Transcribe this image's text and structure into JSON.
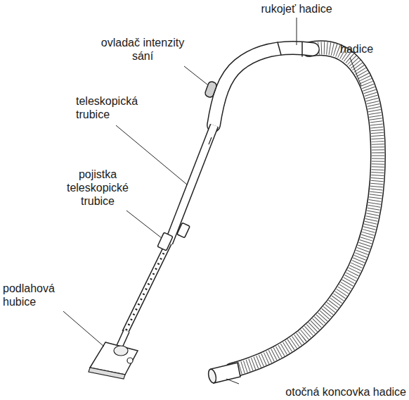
{
  "diagram": {
    "labels": [
      "rukojeť hadice",
      "ovladač intenzity sání",
      "hadice",
      "teleskopická trubice",
      "pojistka teleskopické trubice",
      "podlahová hubice",
      "otočná koncovka hadice"
    ]
  }
}
